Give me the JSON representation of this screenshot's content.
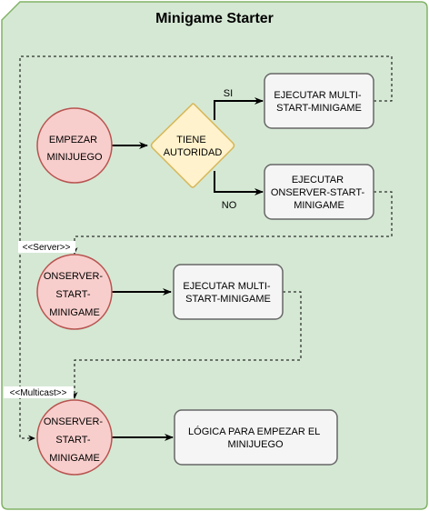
{
  "title": "Minigame Starter",
  "nodes": {
    "empezar": [
      "EMPEZAR",
      "MINIJUEGO"
    ],
    "tiene_autoridad": [
      "TIENE",
      "AUTORIDAD"
    ],
    "ejecutar_multi_top": [
      "EJECUTAR MULTI-",
      "START-MINIGAME"
    ],
    "ejecutar_onserver": [
      "EJECUTAR",
      "ONSERVER-START-",
      "MINIGAME"
    ],
    "onserver_1": [
      "ONSERVER-",
      "START-",
      "MINIGAME"
    ],
    "ejecutar_multi_mid": [
      "EJECUTAR MULTI-",
      "START-MINIGAME"
    ],
    "onserver_2": [
      "ONSERVER-",
      "START-",
      "MINIGAME"
    ],
    "logica": [
      "LÓGICA PARA EMPEZAR EL",
      "MINIJUEGO"
    ]
  },
  "edge_labels": {
    "si": "SI",
    "no": "NO",
    "server": "<<Server>>",
    "multicast": "<<Multicast>>"
  },
  "colors": {
    "container_fill": "#d5e8d4",
    "container_stroke": "#82b366",
    "circle_fill": "#f8cecc",
    "circle_stroke": "#b85450",
    "decision_fill": "#fff2cc",
    "decision_stroke": "#d6b656",
    "box_fill": "#f5f5f5",
    "box_stroke": "#666666"
  }
}
